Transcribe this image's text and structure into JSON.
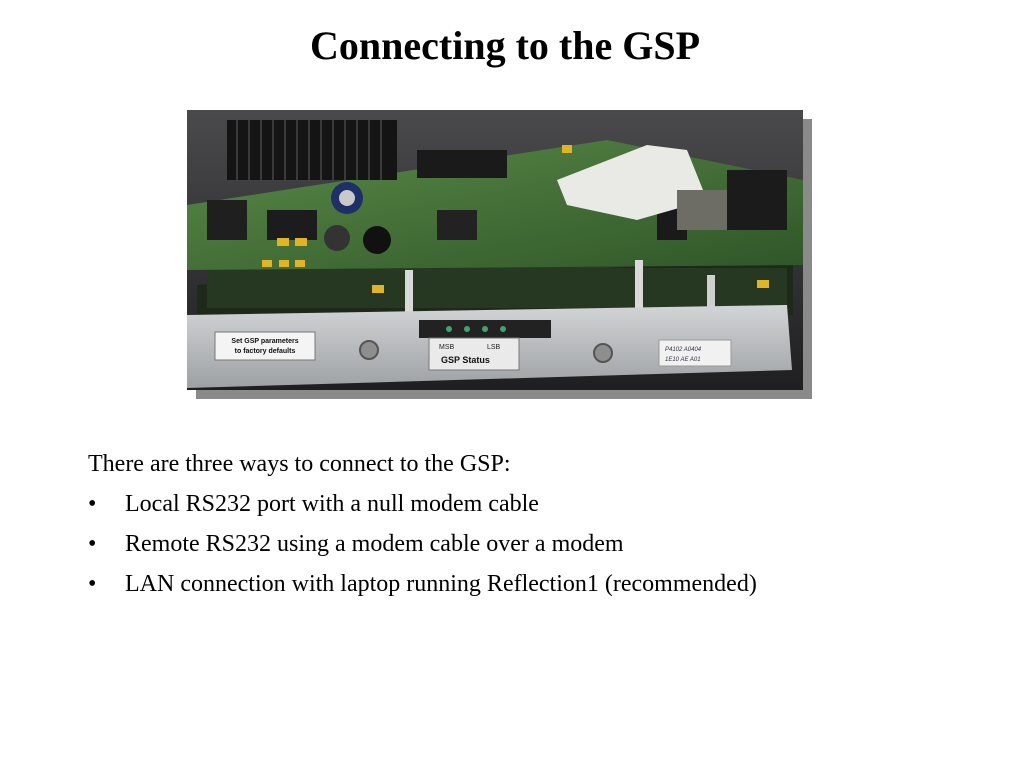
{
  "slide": {
    "title": "Connecting to the GSP",
    "intro": "There are three ways to connect to the GSP:",
    "bullet_char": "•",
    "bullets": [
      "Local RS232 port with a null modem cable",
      "Remote RS232 using a modem cable over a modem",
      "LAN connection with laptop running Reflection1 (recommended)"
    ]
  },
  "photo": {
    "label_factory_line1": "Set GSP parameters",
    "label_factory_line2": "to factory defaults",
    "label_msb": "MSB",
    "label_lsb": "LSB",
    "label_status": "GSP Status",
    "handwritten_line1": "P4102 A0404",
    "handwritten_line2": "1E10 AE A01"
  },
  "colors": {
    "board_green": "#3f6a34",
    "panel_silver": "#b9bcbf",
    "background": "#2e2e30"
  }
}
